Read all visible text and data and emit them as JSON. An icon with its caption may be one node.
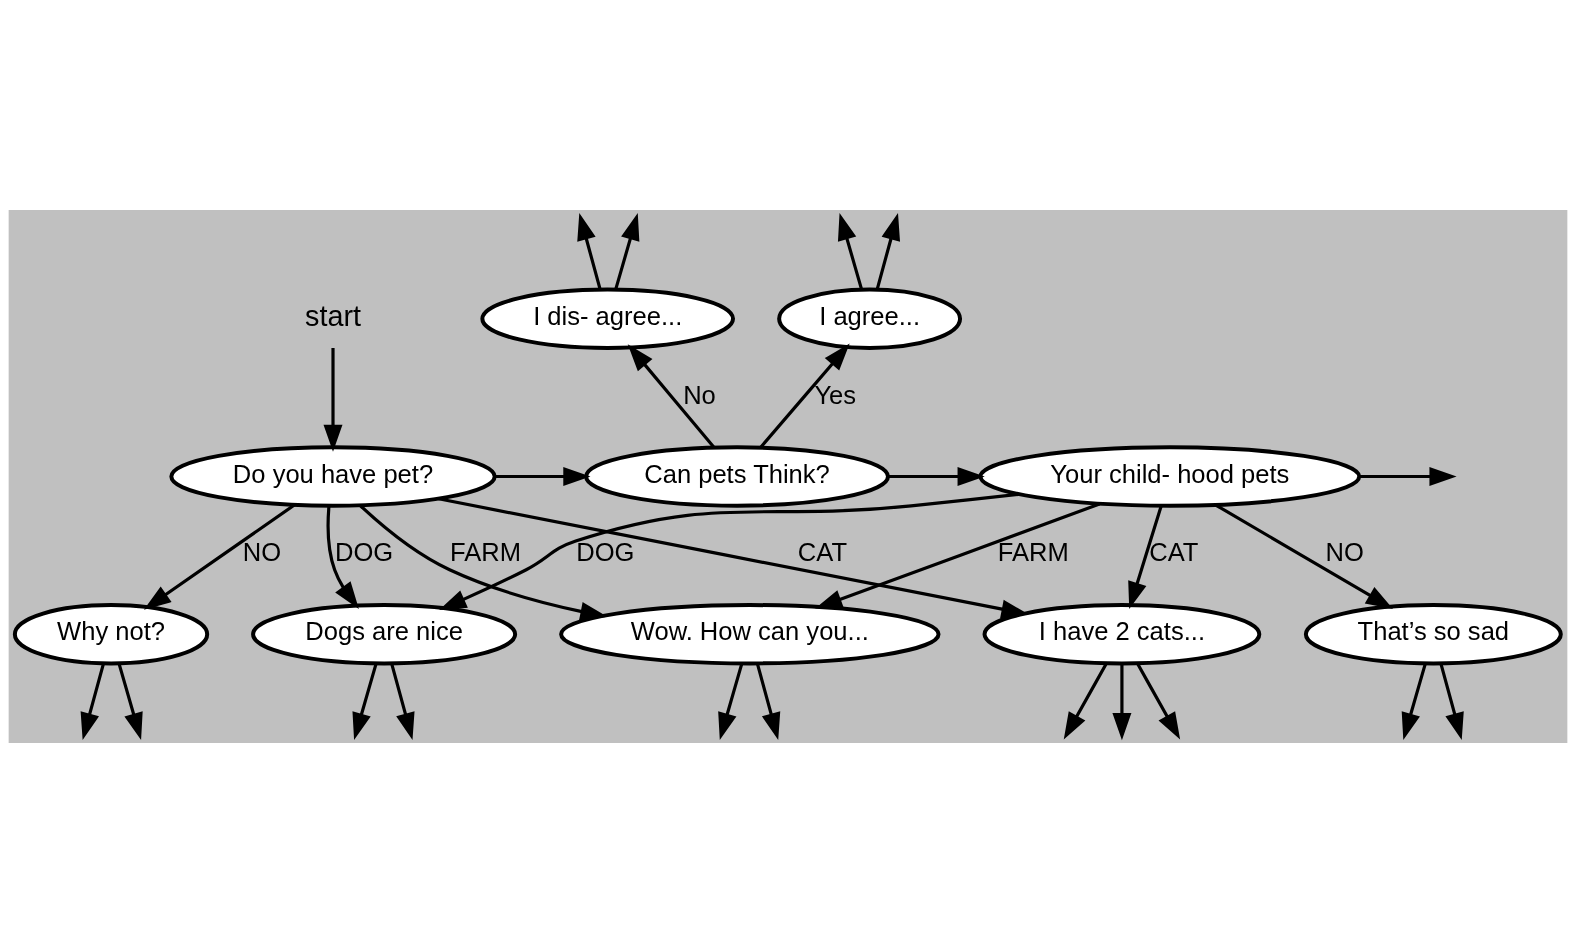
{
  "diagram": {
    "nodes": [
      {
        "text": [
          "start"
        ]
      },
      {
        "text": [
          "Do you have pet?"
        ]
      },
      {
        "text": [
          "Can pets Think?"
        ]
      },
      {
        "text": [
          "I agree..."
        ]
      },
      {
        "text": [
          "I dis- agree..."
        ]
      },
      {
        "text": [
          "Your child- hood pets"
        ]
      },
      {
        "text": [
          "Why not?"
        ]
      },
      {
        "text": [
          "Dogs are nice"
        ]
      },
      {
        "text": [
          "I have 2 cats..."
        ]
      },
      {
        "text": [
          "Wow. How can you..."
        ]
      },
      {
        "text": [
          "That’s so sad"
        ]
      }
    ],
    "edges": [
      {
        "from": 0,
        "to": 1,
        "arrow": "to"
      },
      {
        "from": 1,
        "to": 2,
        "arrow": "to"
      },
      {
        "from": 2,
        "to": 3,
        "arrow": "to",
        "label": "Yes"
      },
      {
        "from": 2,
        "to": 4,
        "arrow": "to",
        "label": "No"
      },
      {
        "from": 2,
        "to": 5,
        "arrow": "to"
      },
      {
        "from": 5,
        "to": null,
        "arrow": "to"
      },
      {
        "from": 1,
        "to": 6,
        "arrow": "to",
        "label": "NO"
      },
      {
        "from": 1,
        "to": 7,
        "arrow": "to",
        "label": "DOG"
      },
      {
        "from": 1,
        "to": 8,
        "arrow": "to",
        "label": "CAT"
      },
      {
        "from": 1,
        "to": 9,
        "arrow": "to",
        "label": "FARM"
      },
      {
        "from": 5,
        "to": 7,
        "arrow": "to",
        "label": "DOG"
      },
      {
        "from": 5,
        "to": 8,
        "arrow": "to",
        "label": "CAT"
      },
      {
        "from": 5,
        "to": 9,
        "arrow": "to",
        "label": "FARM"
      },
      {
        "from": 5,
        "to": 10,
        "arrow": "to",
        "label": "NO"
      },
      {
        "from": 3,
        "to": null,
        "arrow": "to"
      },
      {
        "from": 3,
        "to": null,
        "arrow": "to"
      },
      {
        "from": 4,
        "to": null,
        "arrow": "to"
      },
      {
        "from": 4,
        "to": null,
        "arrow": "to"
      },
      {
        "from": 6,
        "to": null,
        "arrow": "to"
      },
      {
        "from": 6,
        "to": null,
        "arrow": "to"
      },
      {
        "from": 7,
        "to": null,
        "arrow": "to"
      },
      {
        "from": 7,
        "to": null,
        "arrow": "to"
      },
      {
        "from": 8,
        "to": null,
        "arrow": "to"
      },
      {
        "from": 8,
        "to": null,
        "arrow": "to"
      },
      {
        "from": 8,
        "to": null,
        "arrow": "to"
      },
      {
        "from": 9,
        "to": null,
        "arrow": "to"
      },
      {
        "from": 9,
        "to": null,
        "arrow": "to"
      },
      {
        "from": 10,
        "to": null,
        "arrow": "to"
      },
      {
        "from": 10,
        "to": null,
        "arrow": "to"
      }
    ]
  }
}
